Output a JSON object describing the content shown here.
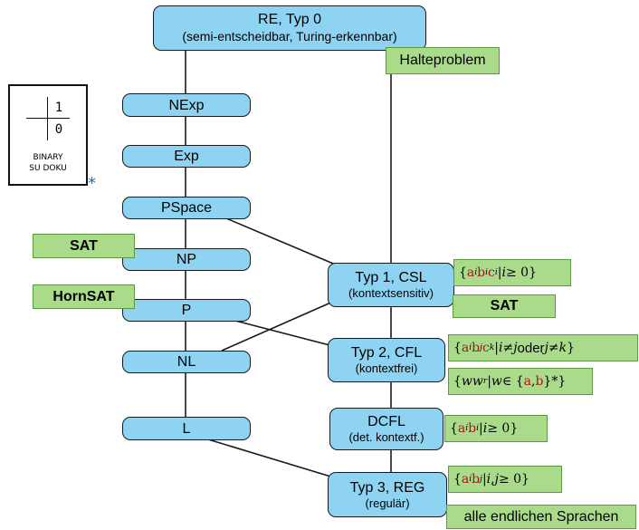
{
  "nodes": {
    "re": {
      "title": "RE, Typ 0",
      "subtitle": "(semi-entscheidbar, Turing-erkennbar)"
    },
    "nexp": {
      "title": "NExp"
    },
    "exp": {
      "title": "Exp"
    },
    "pspace": {
      "title": "PSpace"
    },
    "np": {
      "title": "NP"
    },
    "p": {
      "title": "P"
    },
    "nl": {
      "title": "NL"
    },
    "l": {
      "title": "L"
    },
    "typ1": {
      "title": "Typ 1, CSL",
      "subtitle": "(kontextsensitiv)"
    },
    "typ2": {
      "title": "Typ 2, CFL",
      "subtitle": "(kontextfrei)"
    },
    "dcfl": {
      "title": "DCFL",
      "subtitle": "(det. kontextf.)"
    },
    "typ3": {
      "title": "Typ 3, REG",
      "subtitle": "(regulär)"
    }
  },
  "tags": {
    "halteproblem": "Halteproblem",
    "sat_np": "SAT",
    "hornsat": "HornSAT",
    "sat_csl": "SAT",
    "endlich": "alle endlichen Sprachen"
  },
  "math": {
    "csl": {
      "open": "{",
      "a": "a",
      "b": "b",
      "c": "c",
      "i": "i",
      "sep": " | ",
      "cond": " ≥ 0",
      "close": "}"
    },
    "cfl": {
      "open": "{",
      "a": "a",
      "b": "b",
      "c": "c",
      "i": "i",
      "j": "j",
      "k": "k",
      "sep": " | ",
      "ne": " ≠ ",
      "oder": " oder ",
      "close": "}"
    },
    "wwr": {
      "open": "{",
      "w": "w",
      "r": "r",
      "sep": " | ",
      "in": " ∈ {",
      "a": "a",
      "comma": ", ",
      "b": "b",
      "close": "}*}"
    },
    "dcfl": {
      "open": "{",
      "a": "a",
      "b": "b",
      "i": "i",
      "sep": " | ",
      "cond": " ≥ 0",
      "close": "}"
    },
    "reg": {
      "open": "{",
      "a": "a",
      "b": "b",
      "i": "i",
      "j": "j",
      "sep": " | ",
      "comma": ", ",
      "cond": " ≥ 0",
      "close": "}"
    }
  },
  "sudoku": {
    "cell_tr": "1",
    "cell_br": "0",
    "caption_line1": "BINARY",
    "caption_line2": "SU DOKU",
    "asterisk": "*"
  },
  "colors": {
    "node_fill": "#8fd3f2",
    "tag_fill": "#a9db8a",
    "math_red": "#b0121b",
    "asterisk": "#1f6fb0"
  }
}
